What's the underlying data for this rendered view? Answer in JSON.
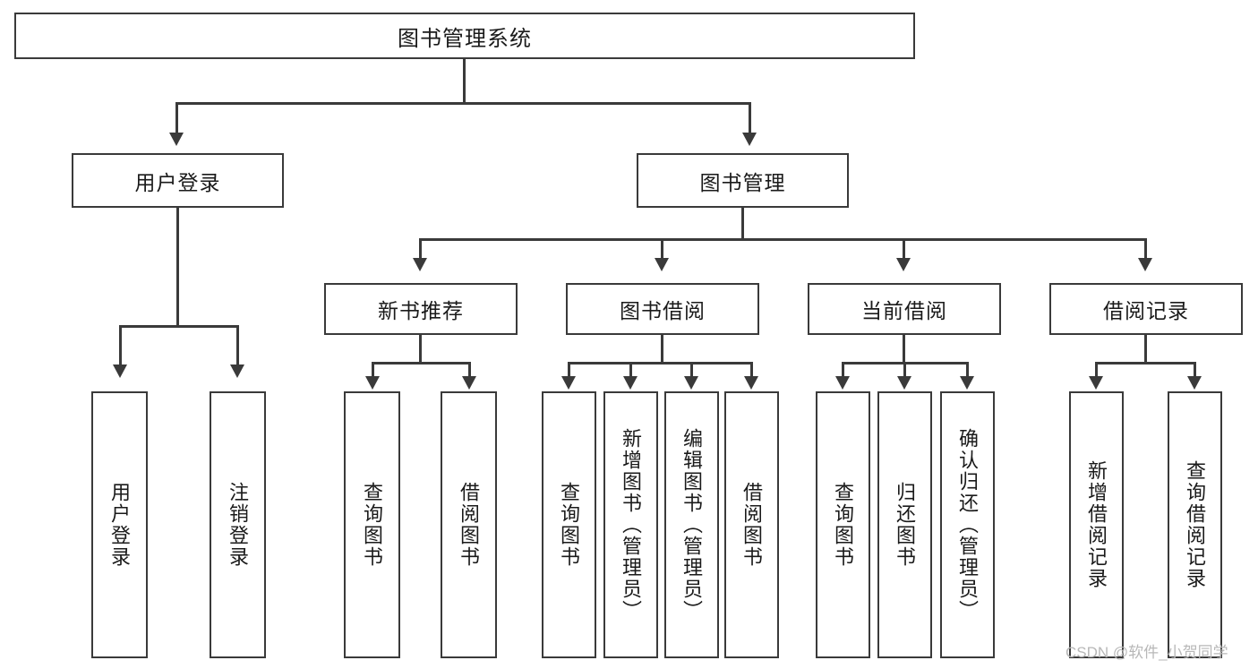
{
  "diagram": {
    "title": "图书管理系统",
    "root": {
      "label": "图书管理系统"
    },
    "level1": [
      {
        "label": "用户登录"
      },
      {
        "label": "图书管理"
      }
    ],
    "level2": [
      {
        "label": "新书推荐"
      },
      {
        "label": "图书借阅"
      },
      {
        "label": "当前借阅"
      },
      {
        "label": "借阅记录"
      }
    ],
    "leaves": {
      "user_login": [
        {
          "label": "用户登录"
        },
        {
          "label": "注销登录"
        }
      ],
      "new_book_recommend": [
        {
          "label": "查询图书"
        },
        {
          "label": "借阅图书"
        }
      ],
      "book_borrow": [
        {
          "label": "查询图书"
        },
        {
          "label": "新增图书（管理员）"
        },
        {
          "label": "编辑图书（管理员）"
        },
        {
          "label": "借阅图书"
        }
      ],
      "current_borrow": [
        {
          "label": "查询图书"
        },
        {
          "label": "归还图书"
        },
        {
          "label": "确认归还（管理员）"
        }
      ],
      "borrow_records": [
        {
          "label": "新增借阅记录"
        },
        {
          "label": "查询借阅记录"
        }
      ]
    },
    "watermark": "CSDN @软件_小贺同学",
    "colors": {
      "stroke": "#3a3a3a",
      "background": "#ffffff",
      "text": "#1a1a1a",
      "watermark": "#b8b8b8"
    }
  }
}
